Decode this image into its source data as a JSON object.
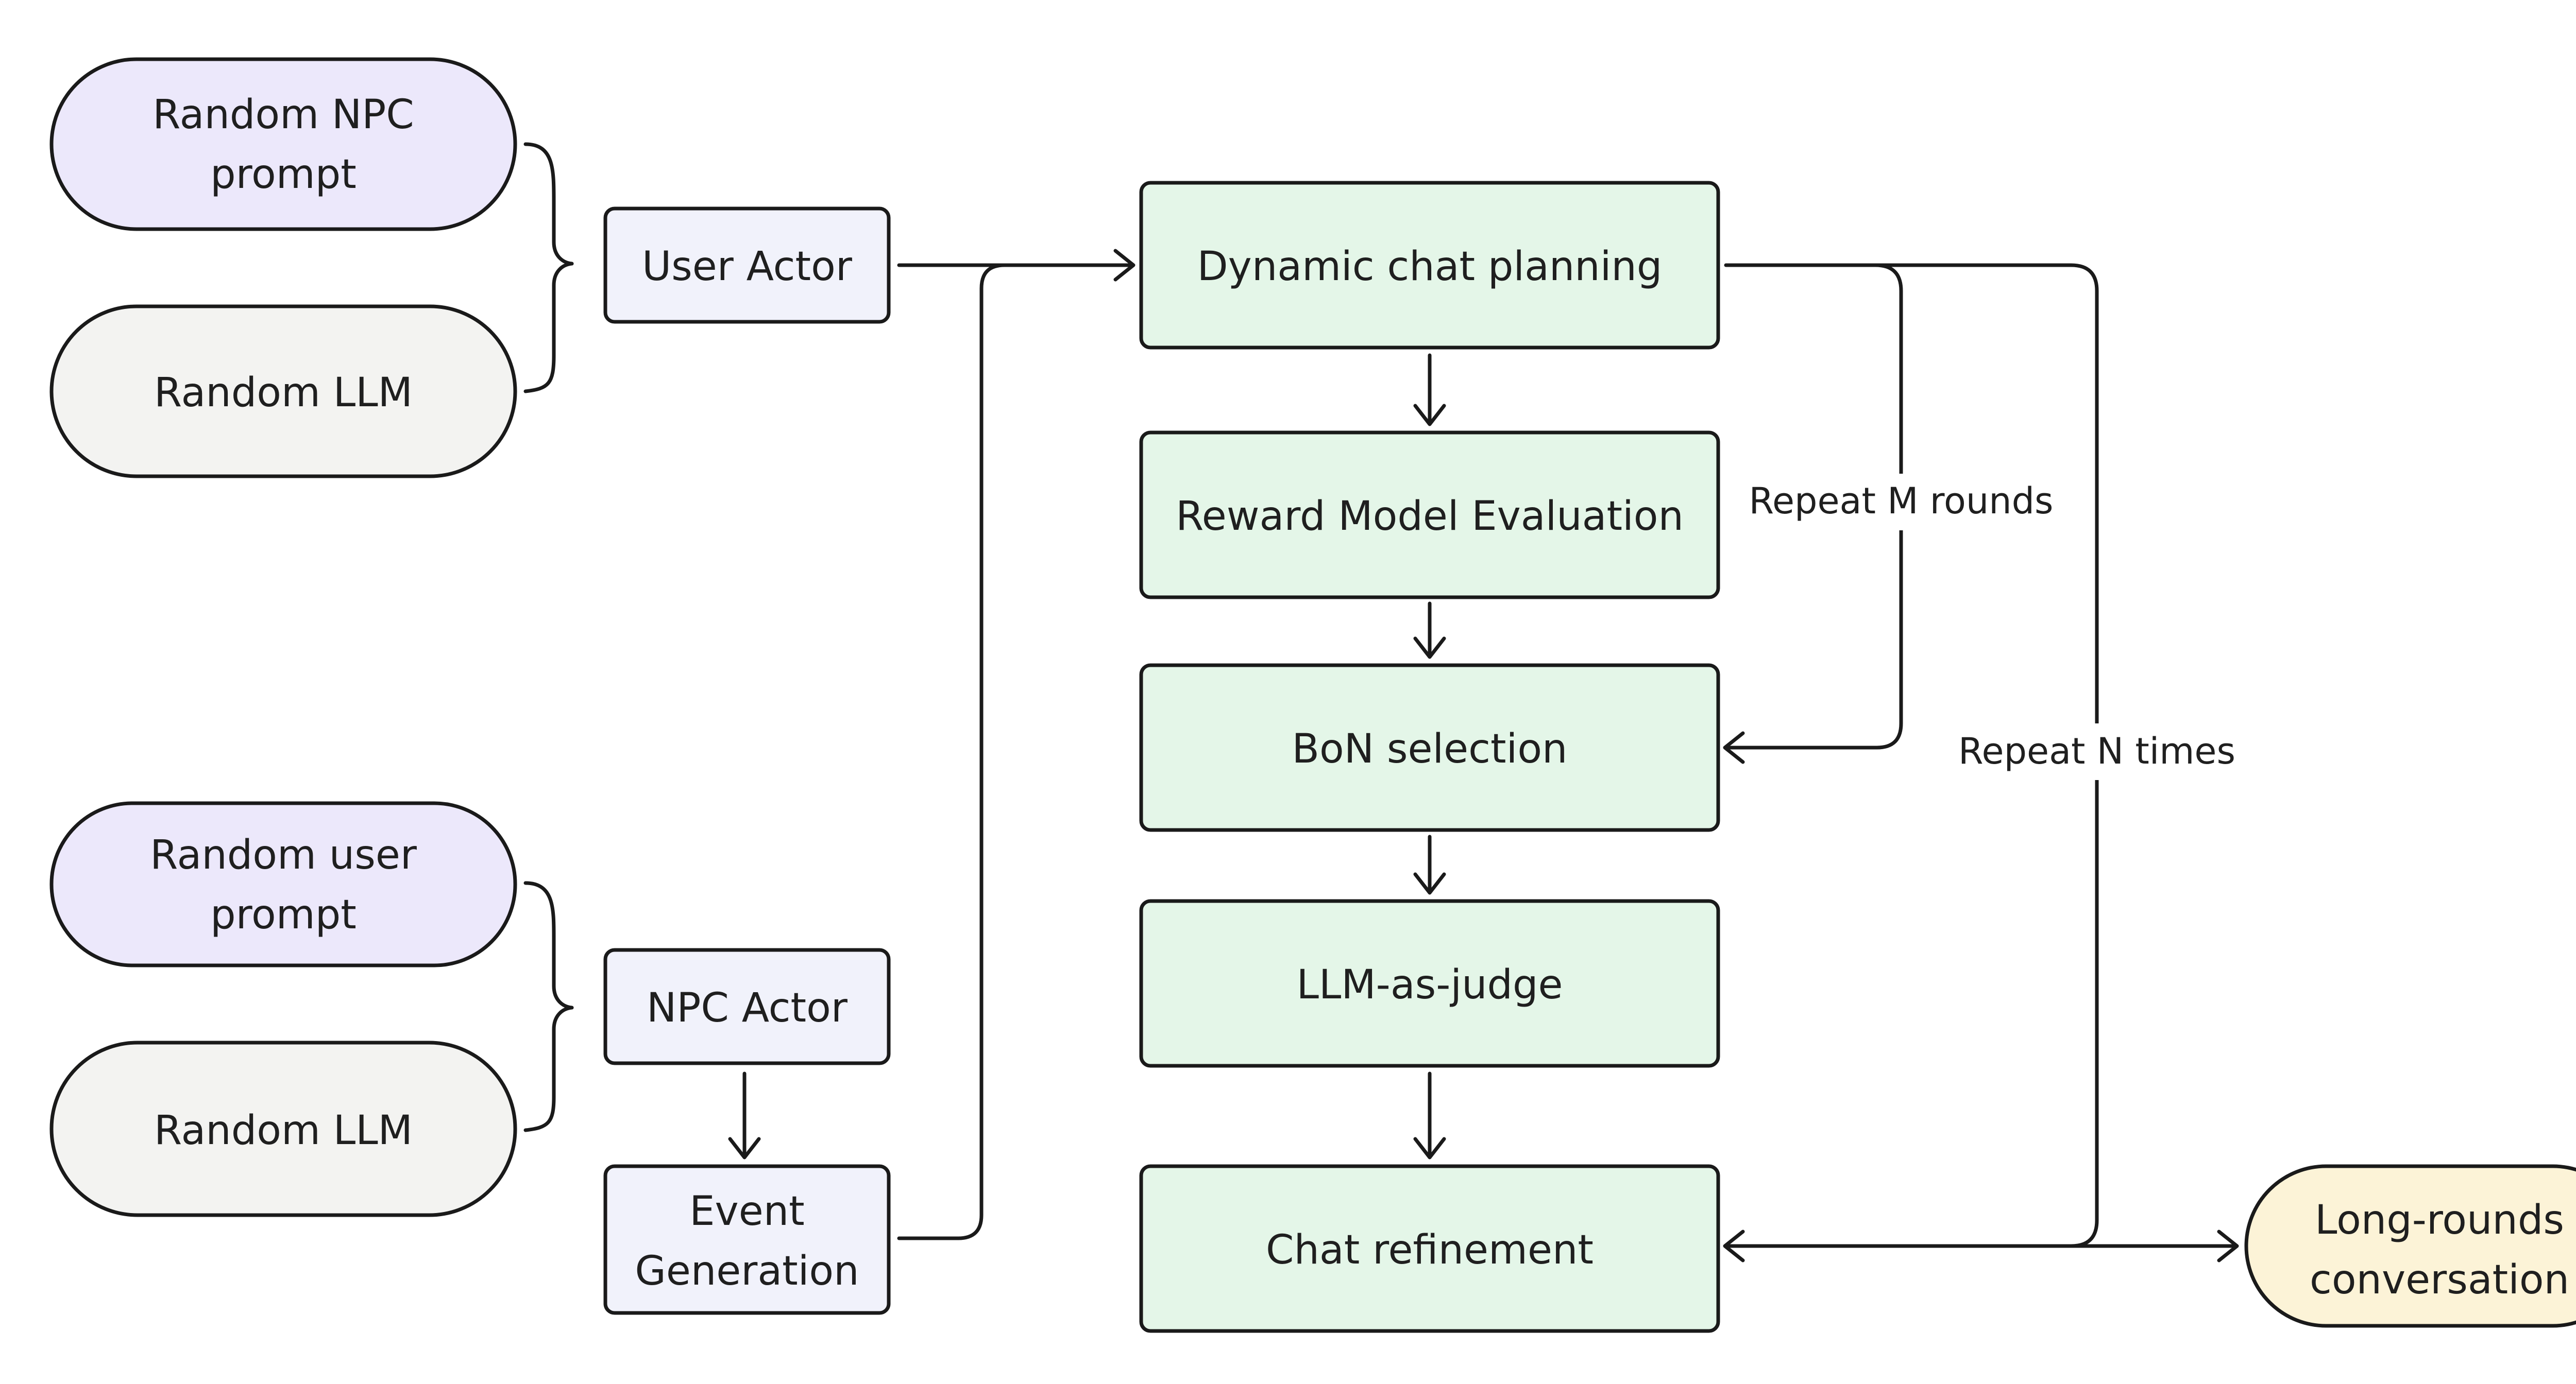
{
  "colors": {
    "purple_fill": "#ece8fb",
    "gray_fill": "#f3f3f1",
    "actor_fill": "#f1f2fb",
    "green_fill": "#e4f6e8",
    "yellow_fill": "#fcf3d7",
    "stroke": "#1a1a1a"
  },
  "nodes": {
    "npc_prompt": {
      "lines": [
        "Random NPC",
        "prompt"
      ]
    },
    "llm_top": {
      "lines": [
        "Random LLM"
      ]
    },
    "user_actor": {
      "lines": [
        "User Actor"
      ]
    },
    "user_prompt": {
      "lines": [
        "Random user",
        "prompt"
      ]
    },
    "llm_bottom": {
      "lines": [
        "Random LLM"
      ]
    },
    "npc_actor": {
      "lines": [
        "NPC Actor"
      ]
    },
    "event_generation": {
      "lines": [
        "Event",
        "Generation"
      ]
    },
    "dynamic_chat_planning": {
      "lines": [
        "Dynamic chat planning"
      ]
    },
    "reward_model_evaluation": {
      "lines": [
        "Reward Model Evaluation"
      ]
    },
    "bon_selection": {
      "lines": [
        "BoN selection"
      ]
    },
    "llm_as_judge": {
      "lines": [
        "LLM-as-judge"
      ]
    },
    "chat_refinement": {
      "lines": [
        "Chat refinement"
      ]
    },
    "long_rounds_conversation": {
      "lines": [
        "Long-rounds",
        "conversation"
      ]
    }
  },
  "loops": {
    "repeat_m": "Repeat M rounds",
    "repeat_n": "Repeat N times"
  }
}
